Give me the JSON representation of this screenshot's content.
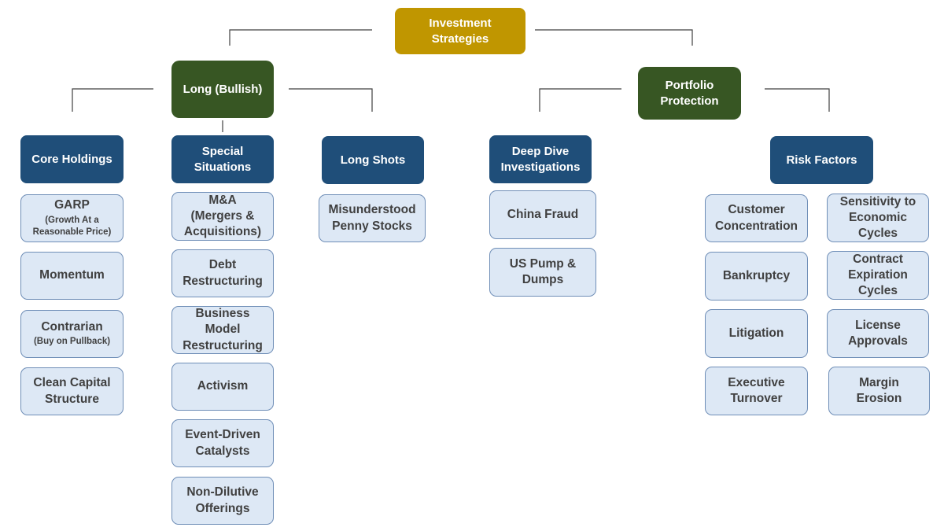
{
  "root": {
    "label": [
      "Investment",
      "Strategies"
    ]
  },
  "branches": {
    "long": {
      "label": [
        "Long (Bullish)"
      ]
    },
    "protection": {
      "label": [
        "Portfolio",
        "Protection"
      ]
    }
  },
  "categories": {
    "core_holdings": {
      "label": [
        "Core Holdings"
      ]
    },
    "special_situations": {
      "label": [
        "Special",
        "Situations"
      ]
    },
    "long_shots": {
      "label": [
        "Long Shots"
      ]
    },
    "deep_dive": {
      "label": [
        "Deep Dive",
        "Investigations"
      ]
    },
    "risk_factors": {
      "label": [
        "Risk Factors"
      ]
    }
  },
  "leaves": {
    "garp": {
      "label": [
        "GARP"
      ],
      "sub": [
        "(Growth At a",
        "Reasonable Price)"
      ]
    },
    "momentum": {
      "label": [
        "Momentum"
      ]
    },
    "contrarian": {
      "label": [
        "Contrarian"
      ],
      "sub": [
        "(Buy on Pullback)"
      ]
    },
    "clean_capital": {
      "label": [
        "Clean Capital",
        "Structure"
      ]
    },
    "mna": {
      "label": [
        "M&A",
        "(Mergers &",
        "Acquisitions)"
      ]
    },
    "debt_restructuring": {
      "label": [
        "Debt",
        "Restructuring"
      ]
    },
    "business_model": {
      "label": [
        "Business",
        "Model",
        "Restructuring"
      ]
    },
    "activism": {
      "label": [
        "Activism"
      ]
    },
    "event_driven": {
      "label": [
        "Event-Driven",
        "Catalysts"
      ]
    },
    "non_dilutive": {
      "label": [
        "Non-Dilutive",
        "Offerings"
      ]
    },
    "penny_stocks": {
      "label": [
        "Misunderstood",
        "Penny Stocks"
      ]
    },
    "china_fraud": {
      "label": [
        "China Fraud"
      ]
    },
    "pump_dumps": {
      "label": [
        "US Pump &",
        "Dumps"
      ]
    },
    "customer_concentration": {
      "label": [
        "Customer",
        "Concentration"
      ]
    },
    "bankruptcy": {
      "label": [
        "Bankruptcy"
      ]
    },
    "litigation": {
      "label": [
        "Litigation"
      ]
    },
    "executive_turnover": {
      "label": [
        "Executive",
        "Turnover"
      ]
    },
    "economic_cycles": {
      "label": [
        "Sensitivity to",
        "Economic",
        "Cycles"
      ]
    },
    "contract_expiration": {
      "label": [
        "Contract",
        "Expiration",
        "Cycles"
      ]
    },
    "license_approvals": {
      "label": [
        "License",
        "Approvals"
      ]
    },
    "margin_erosion": {
      "label": [
        "Margin",
        "Erosion"
      ]
    }
  },
  "colors": {
    "root": "#c09600",
    "branch": "#375623",
    "category": "#1f4e79",
    "leaf_fill": "#dde8f5",
    "leaf_border": "#6f8eb7",
    "connector": "#404040"
  }
}
